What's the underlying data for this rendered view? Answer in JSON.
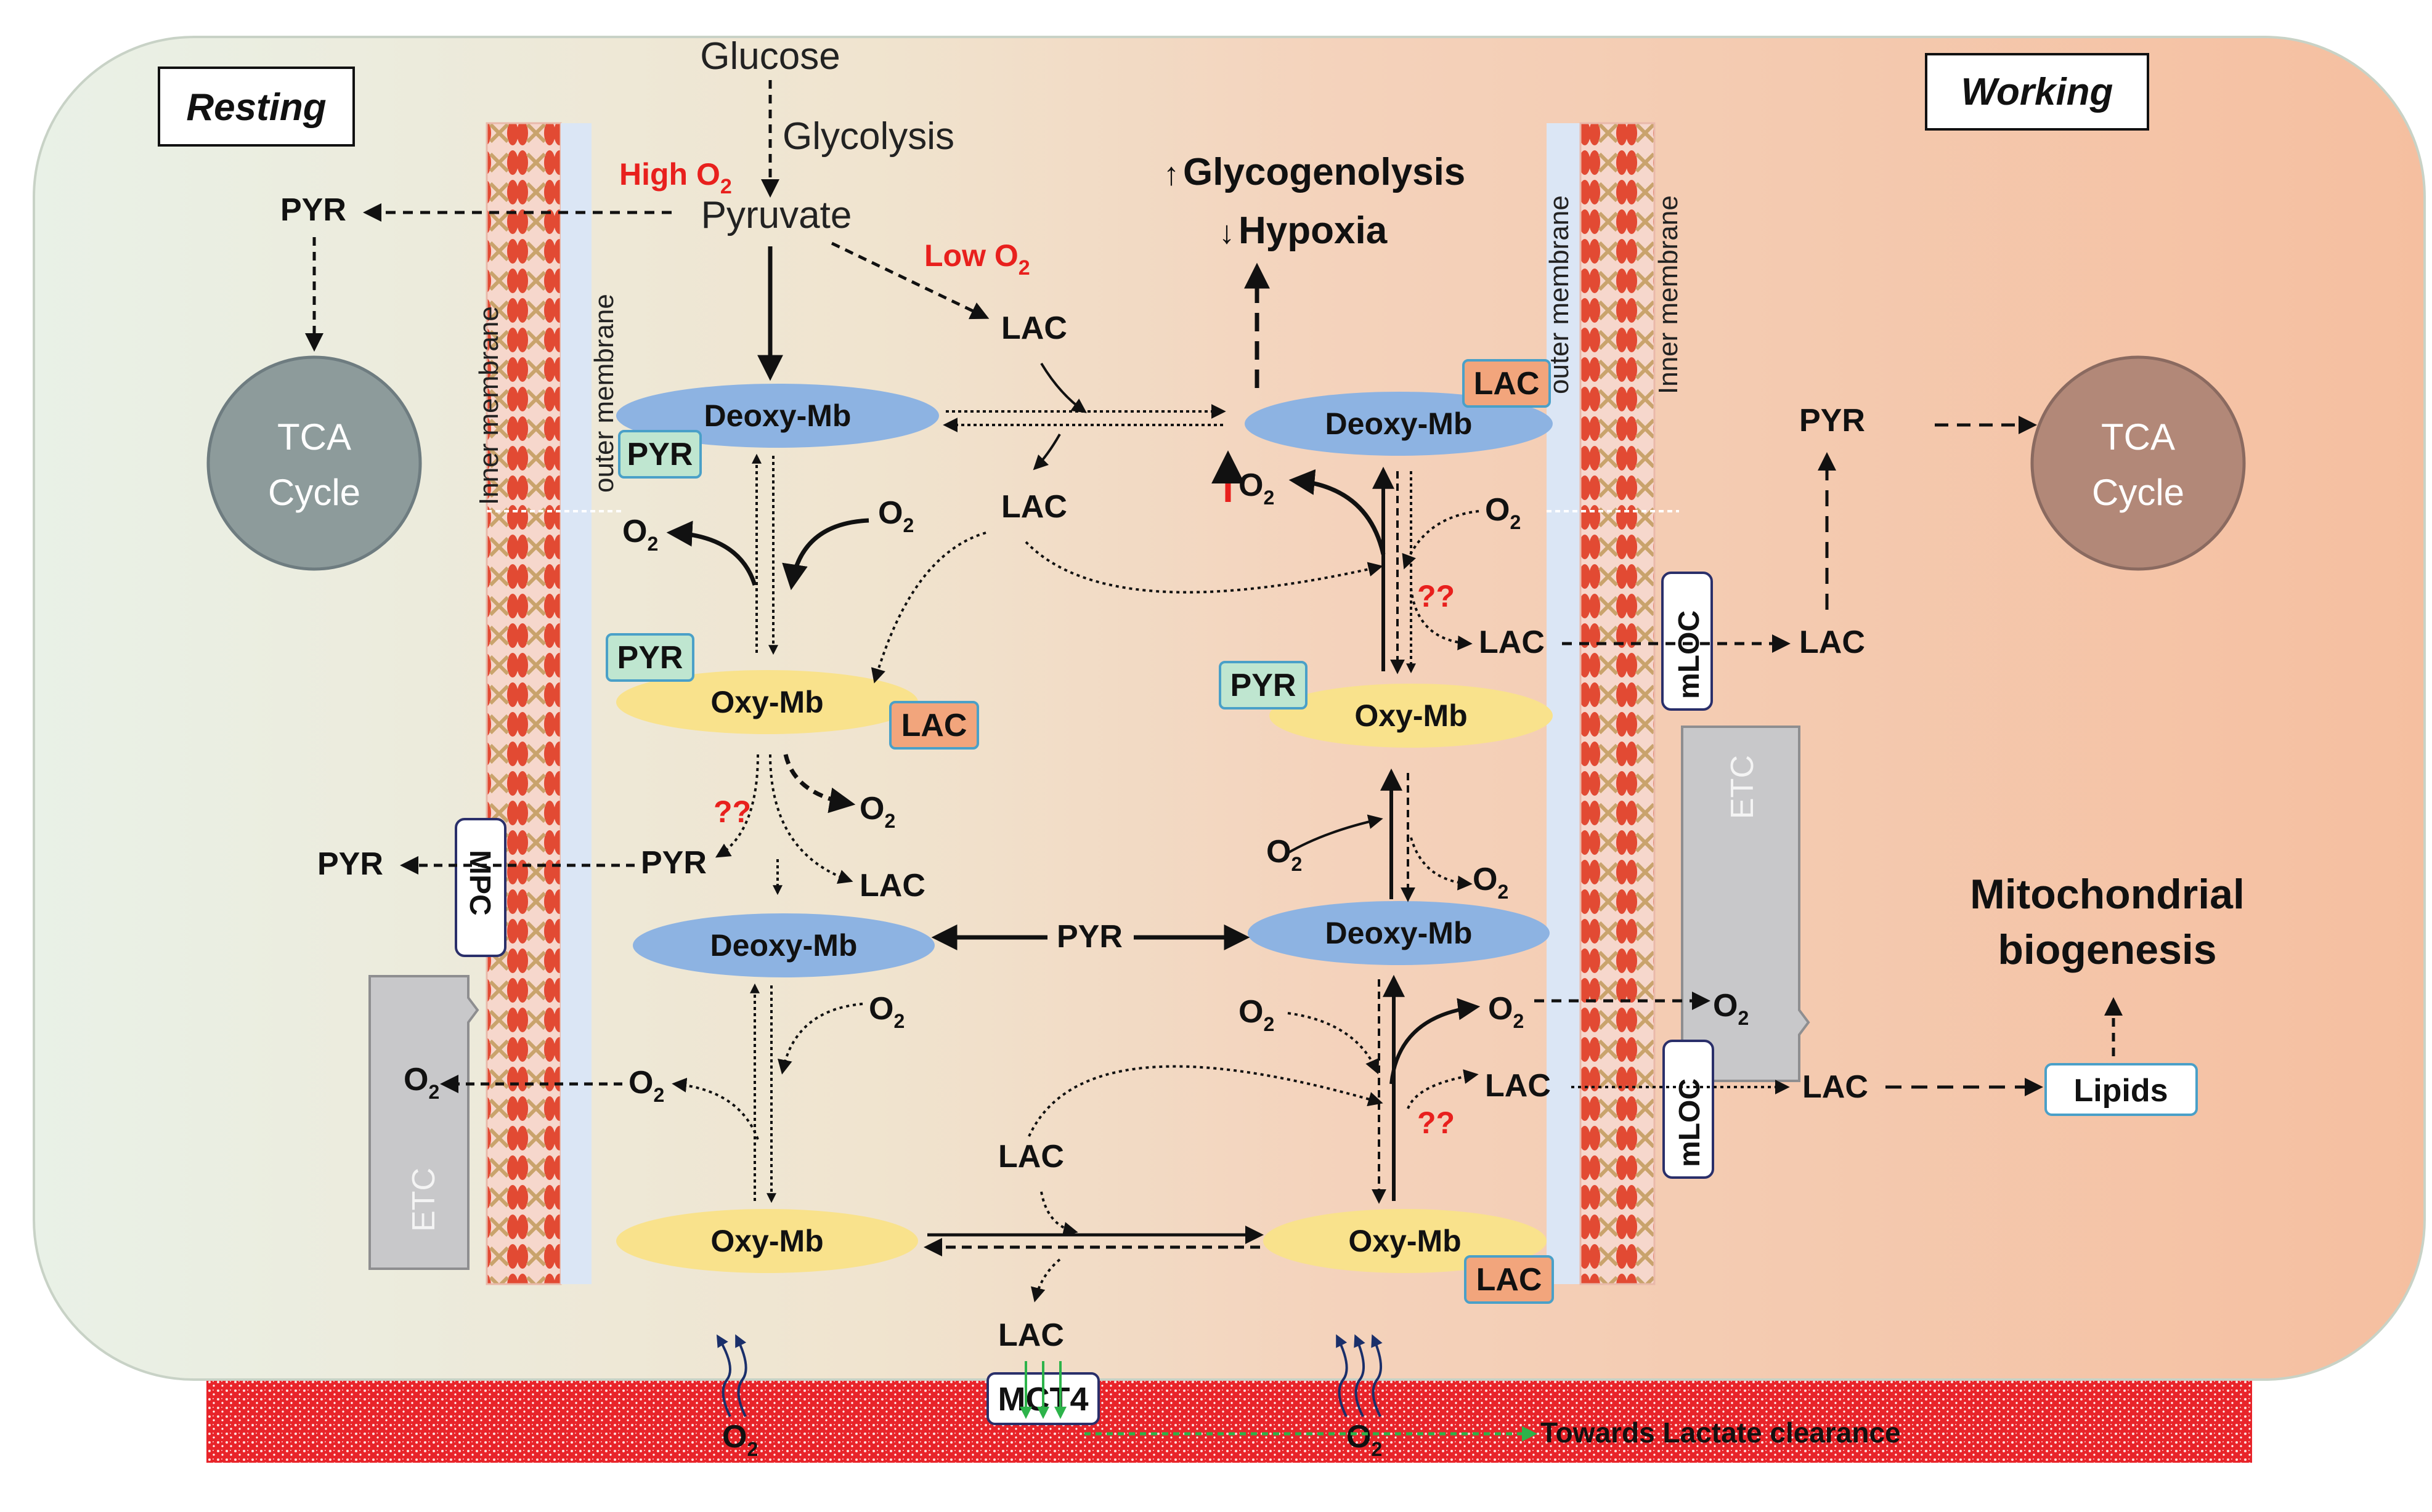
{
  "labels": {
    "resting": "Resting",
    "working": "Working",
    "glucose": "Glucose",
    "glycolysis": "Glycolysis",
    "pyruvate": "Pyruvate",
    "high_o2": "High O",
    "low_o2": "Low O",
    "o2_sub": "2",
    "glycogenolysis": "Glycogenolysis",
    "hypoxia": "Hypoxia",
    "up_arrow": "↑",
    "down_arrow": "↓",
    "pyr": "PYR",
    "lac": "LAC",
    "o2": "O",
    "qq": "??",
    "tca_line1": "TCA",
    "tca_line2": "Cycle",
    "deoxy_mb": "Deoxy-Mb",
    "oxy_mb": "Oxy-Mb",
    "inner_membrane": "Inner membrane",
    "outer_membrane": "outer membrane",
    "mpc": "MPC",
    "mloc": "mLOC",
    "etc": "ETC",
    "mct4": "MCT4",
    "towards_lactate": "Towards Lactate clearance",
    "mito_line1": "Mitochondrial",
    "mito_line2": "biogenesis",
    "lipids": "Lipids"
  },
  "colors": {
    "panel_left": "#e8f0e6",
    "panel_right": "#f4c1a4",
    "membrane_fill": "#f6d7cc",
    "membrane_inner": "#dbe6f5",
    "lipid_head": "#e24a33",
    "lipid_tail": "#c9a36c",
    "deoxy": "#8db3e2",
    "oxy": "#f9e28c",
    "pyr_tag": "#bfe6d0",
    "lac_tag": "#f2a57c",
    "tca_resting": "#8d9b9b",
    "tca_working": "#b28878",
    "etc_box": "#c8c8ca",
    "capillary": "#e8242a",
    "red_text": "#e8201d",
    "mct_arrow": "#2db34a",
    "o2_wave": "#1a2f6a"
  }
}
